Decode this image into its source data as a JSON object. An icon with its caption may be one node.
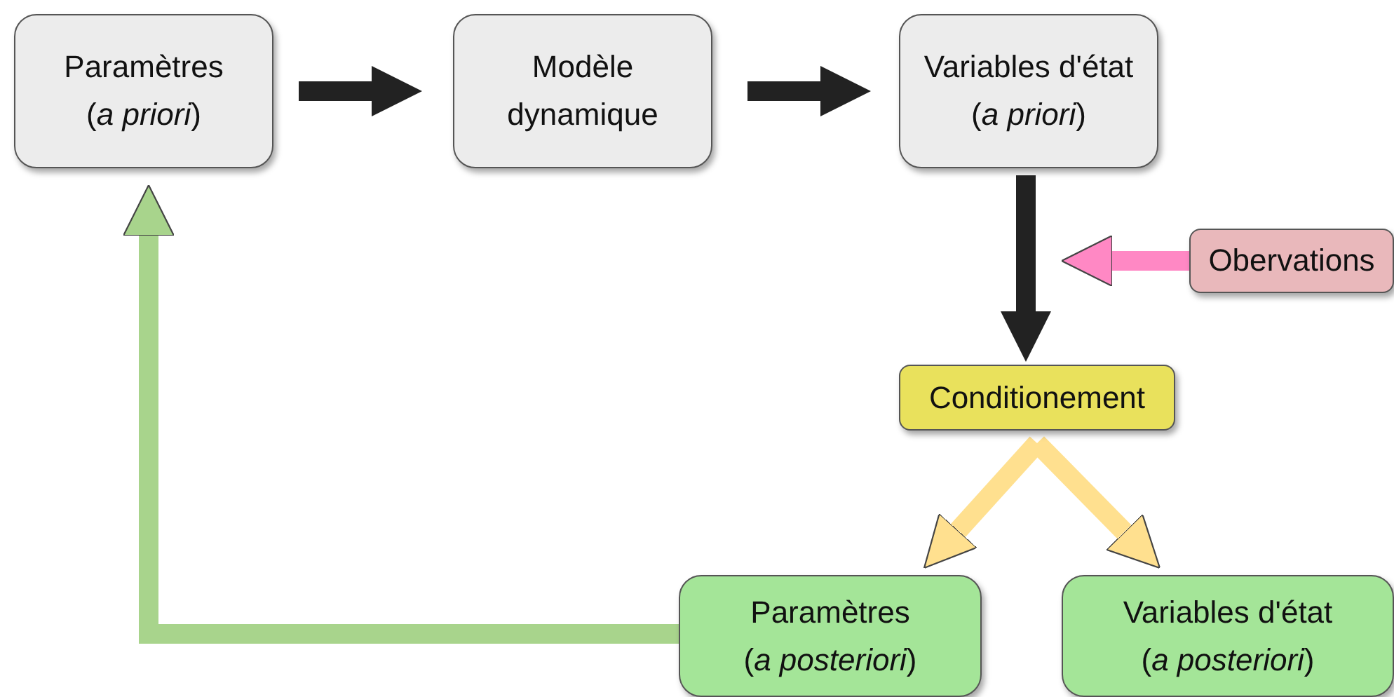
{
  "diagram": {
    "nodes": [
      {
        "text": [
          "Paramètres",
          "(*a priori*)"
        ]
      },
      {
        "text": [
          "Modèle",
          "dynamique"
        ]
      },
      {
        "text": [
          "Variables d'état",
          "(*a priori*)"
        ]
      },
      {
        "text": [
          "Obervations"
        ]
      },
      {
        "text": [
          "Conditionement"
        ]
      },
      {
        "text": [
          "Paramètres",
          "(*a posteriori*)"
        ]
      },
      {
        "text": [
          "Variables d'état",
          "(*a posteriori*)"
        ]
      }
    ],
    "edges": [
      {
        "from": 0,
        "to": 1,
        "arrow": "to"
      },
      {
        "from": 1,
        "to": 2,
        "arrow": "to"
      },
      {
        "from": 2,
        "to": 4,
        "arrow": "to"
      },
      {
        "from": 3,
        "to": null,
        "arrow": "to",
        "color": "#ff88c4"
      },
      {
        "from": 4,
        "to": 5,
        "arrow": "to",
        "color": "#ffe08f"
      },
      {
        "from": 4,
        "to": 6,
        "arrow": "to",
        "color": "#ffe08f"
      },
      {
        "from": 5,
        "to": 0,
        "arrow": "to",
        "color": "#a8d48c"
      }
    ]
  }
}
